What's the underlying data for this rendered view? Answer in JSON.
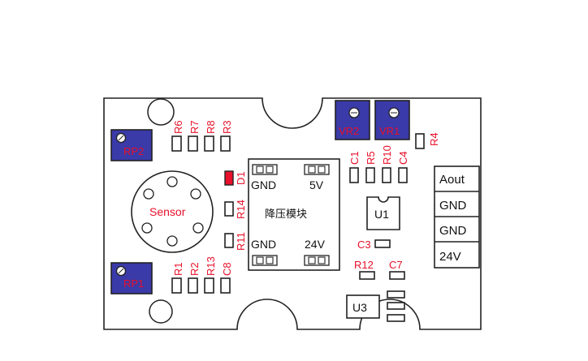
{
  "colors": {
    "label": "#e8102a",
    "pot_fill": "#3a3aa8",
    "d1_fill": "#e8102a"
  },
  "board": {
    "pots": {
      "rp2": "RP2",
      "rp1": "RP1",
      "vr2": "VR2",
      "vr1": "VR1"
    },
    "sensor": "Sensor",
    "resistors_top": [
      "R6",
      "R7",
      "R8",
      "R3"
    ],
    "resistors_bottom": [
      "R1",
      "R2",
      "R13",
      "C8"
    ],
    "d1": "D1",
    "r14": "R14",
    "r11": "R11",
    "module": {
      "title": "降压模块",
      "gnd_top": "GND",
      "v5": "5V",
      "gnd_bottom": "GND",
      "v24": "24V"
    },
    "right_col": [
      "C1",
      "R5",
      "R10",
      "C4"
    ],
    "r4": "R4",
    "u1": "U1",
    "c3": "C3",
    "r12": "R12",
    "c7": "C7",
    "u3": "U3",
    "terminals": [
      "Aout",
      "GND",
      "GND",
      "24V"
    ]
  }
}
